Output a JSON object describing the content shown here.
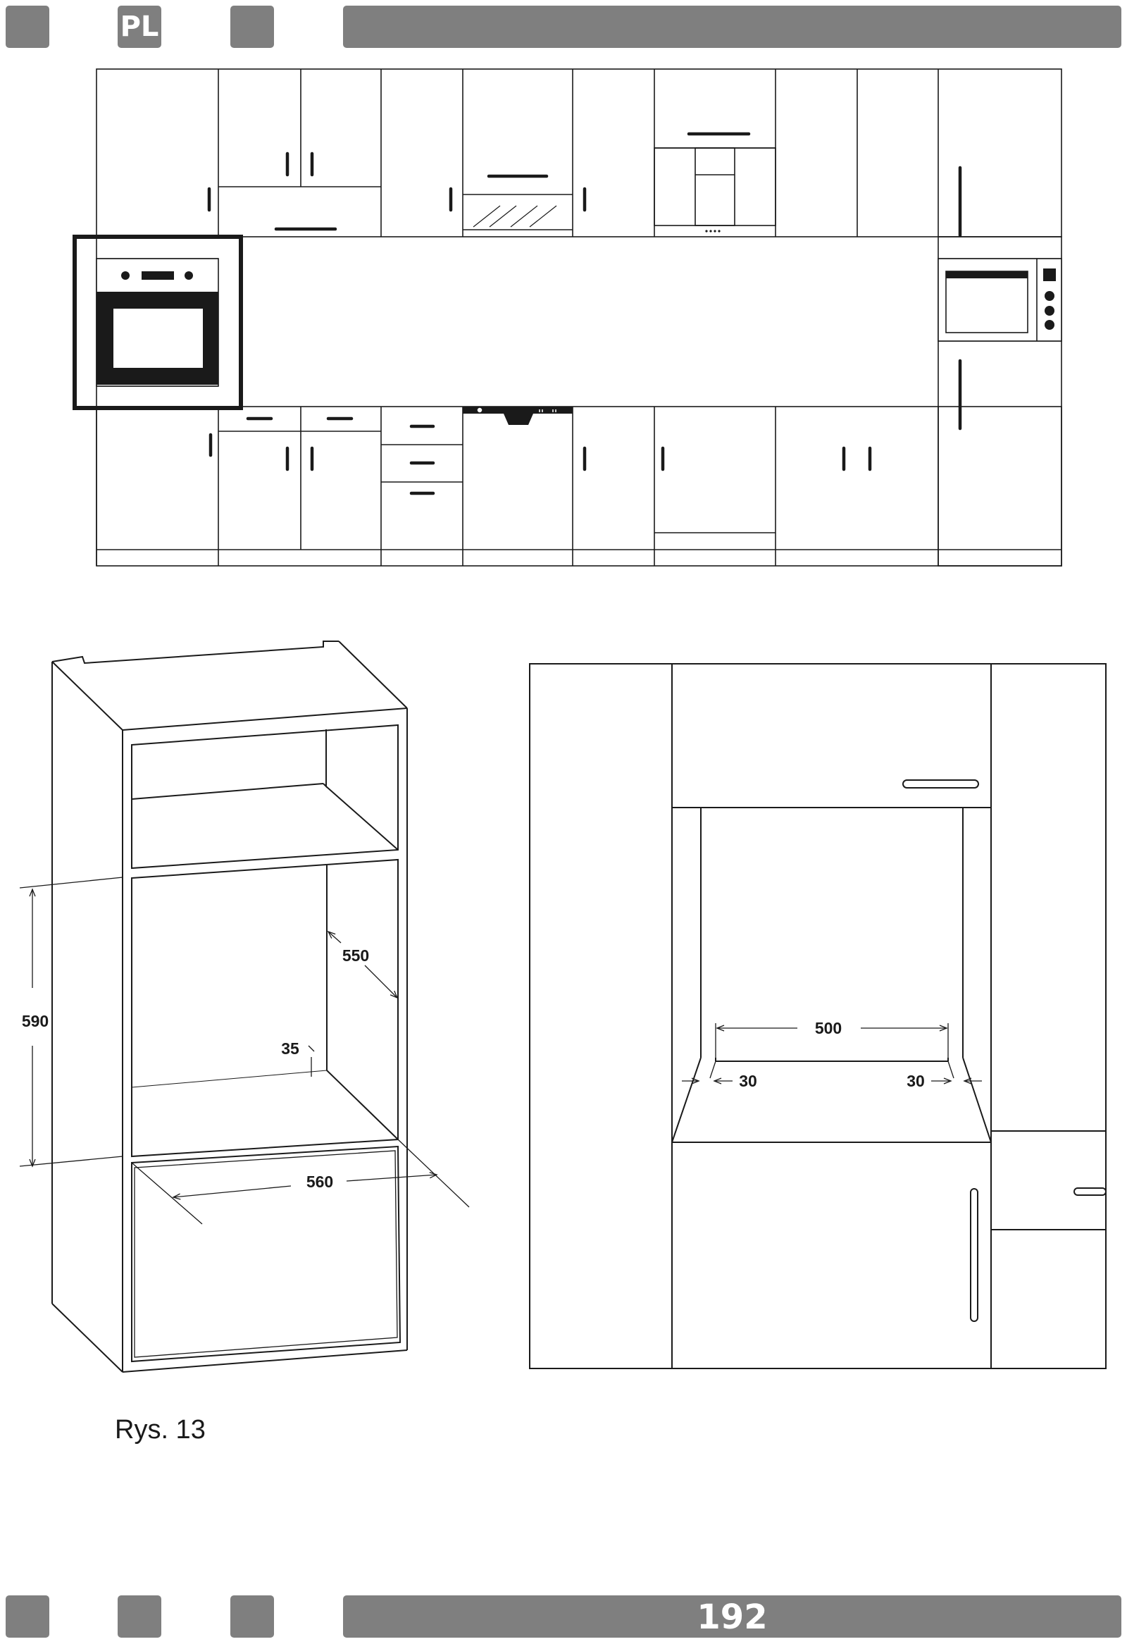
{
  "header": {
    "language_code": "PL"
  },
  "figure": {
    "caption": "Rys. 13",
    "dimensions": {
      "niche_height": "590",
      "niche_depth": "550",
      "niche_width": "560",
      "rear_gap": "35",
      "opening_width": "500",
      "left_offset": "30",
      "right_offset": "30"
    }
  },
  "footer": {
    "page_number": "192"
  },
  "colors": {
    "bar": "#7f7f7f",
    "line": "#1a1a1a",
    "highlight_frame": "#1a1a1a"
  },
  "icons": [
    "arrow-icon"
  ]
}
